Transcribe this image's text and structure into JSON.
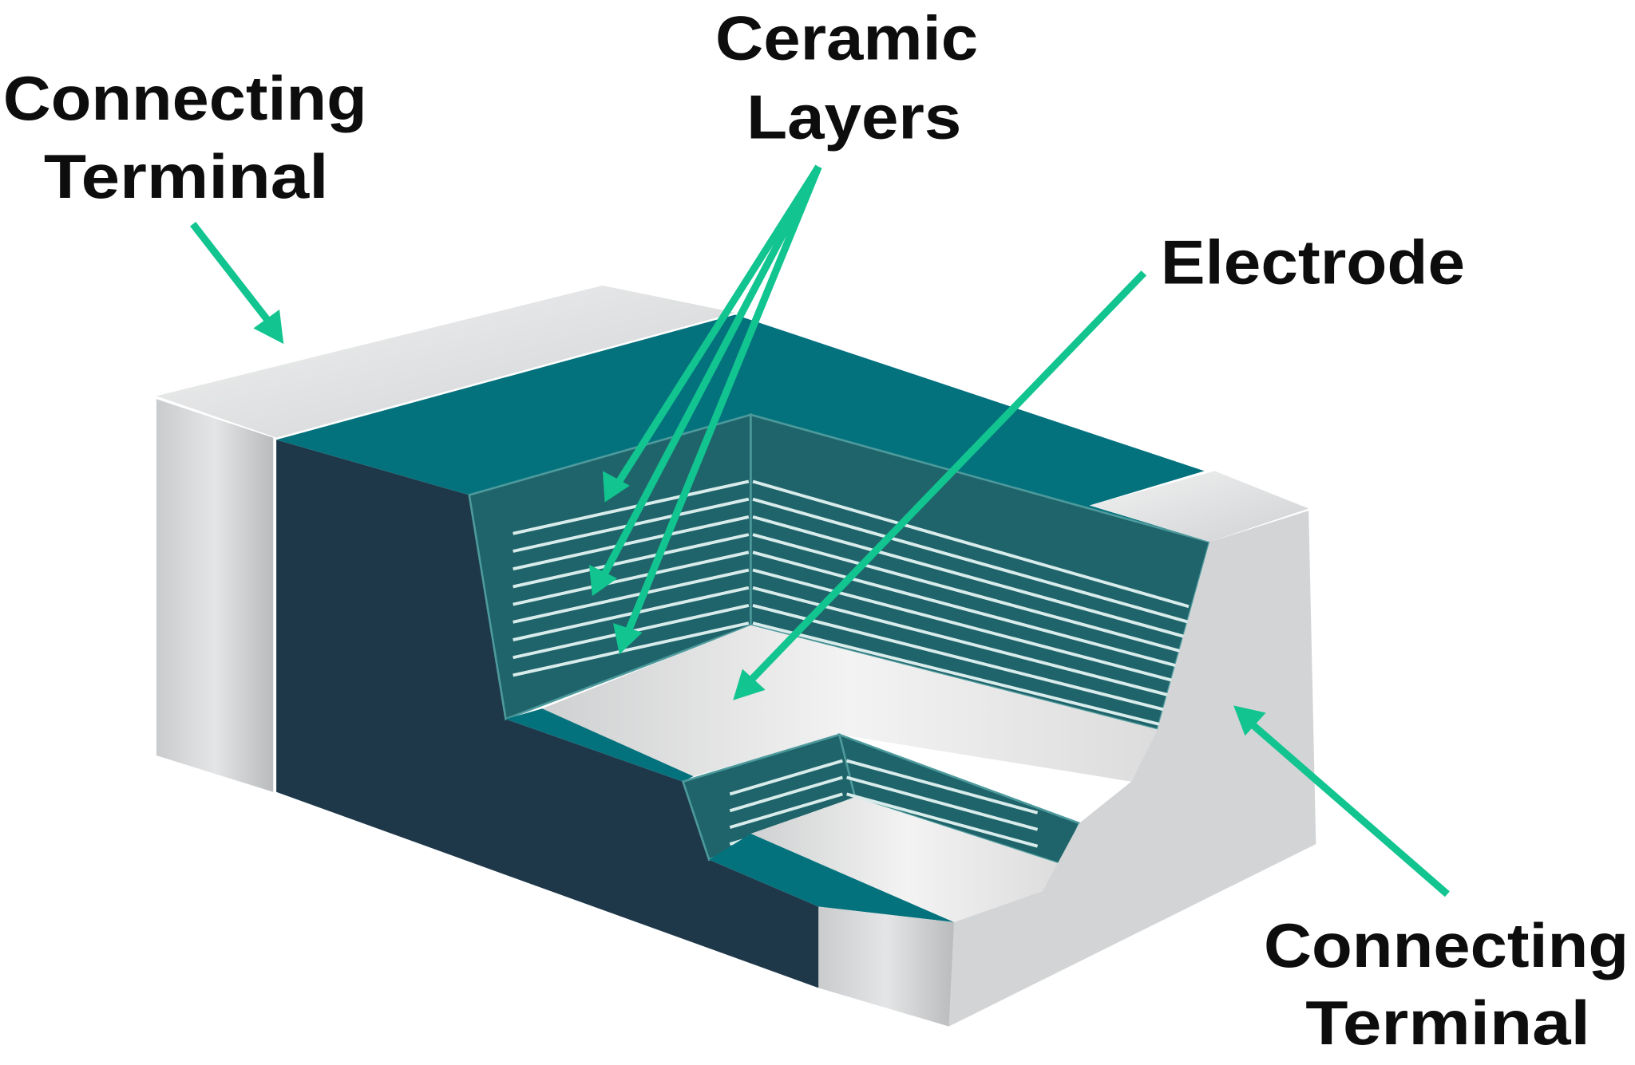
{
  "labels": {
    "connecting_terminal_left": {
      "line1": "Connecting",
      "line2": "Terminal"
    },
    "ceramic_layers": {
      "line1": "Ceramic",
      "line2": "Layers"
    },
    "electrode": "Electrode",
    "connecting_terminal_right": {
      "line1": "Connecting",
      "line2": "Terminal"
    }
  },
  "colors": {
    "arrow": "#12c48f",
    "body_dark": "#1e384a",
    "ceramic_teal": "#04727d",
    "inner_wall": "#1f646a",
    "terminal_silver": "#d4d6d8",
    "electrode_floor": "#ececec"
  }
}
